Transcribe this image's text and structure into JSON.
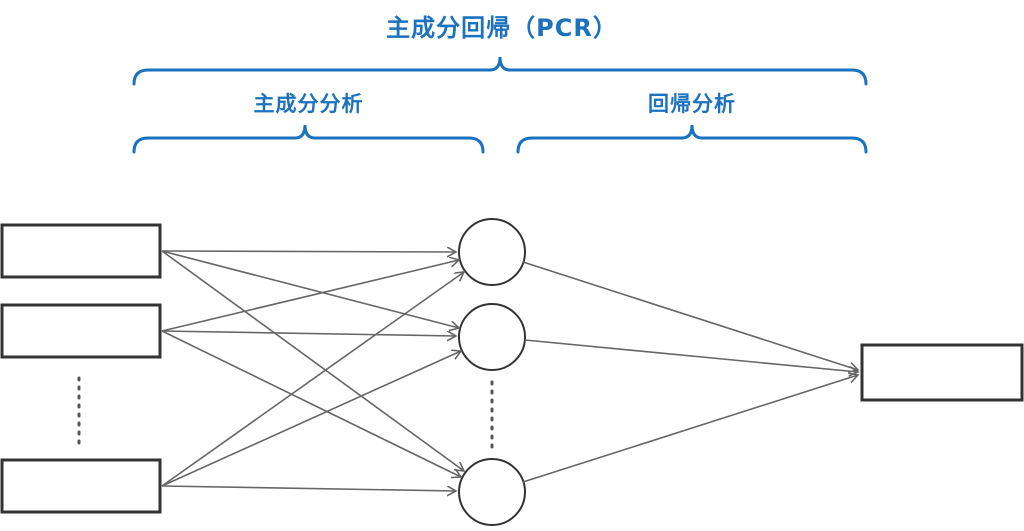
{
  "diagram": {
    "title": "主成分回帰（PCR）",
    "sections": {
      "left_label": "主成分分析",
      "right_label": "回帰分析"
    },
    "structure": {
      "input_boxes_visible": 3,
      "input_ellipsis": "vertical-dots",
      "component_circles_visible": 3,
      "component_ellipsis": "vertical-dots",
      "output_boxes": 1,
      "connections": "fully-connected inputs to components; all components to output"
    }
  },
  "colors": {
    "accent_blue": "#1b72bf",
    "shape_outline": "#333333",
    "arrow_gray": "#666666",
    "background": "#ffffff"
  }
}
